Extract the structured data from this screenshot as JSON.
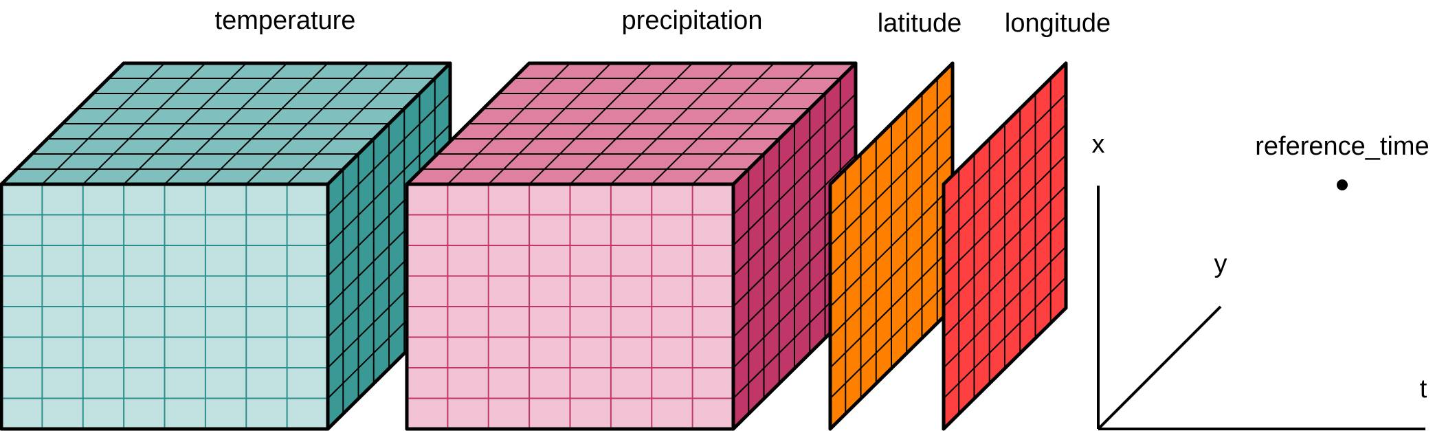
{
  "labels": {
    "temperature": "temperature",
    "precipitation": "precipitation",
    "latitude": "latitude",
    "longitude": "longitude",
    "axis_x": "x",
    "axis_y": "y",
    "axis_t": "t",
    "reference_time": "reference_time"
  },
  "colors": {
    "temperature_front": "#c1e0e0",
    "temperature_top": "#7fbfbe",
    "temperature_side": "#3a9895",
    "temperature_grid": "#2a8f8c",
    "precipitation_front": "#f1c2d3",
    "precipitation_top": "#e080a0",
    "precipitation_side": "#c03668",
    "precipitation_grid": "#c03668",
    "latitude_fill": "#ff8000",
    "longitude_fill": "#ff4040",
    "outline": "#000000"
  }
}
